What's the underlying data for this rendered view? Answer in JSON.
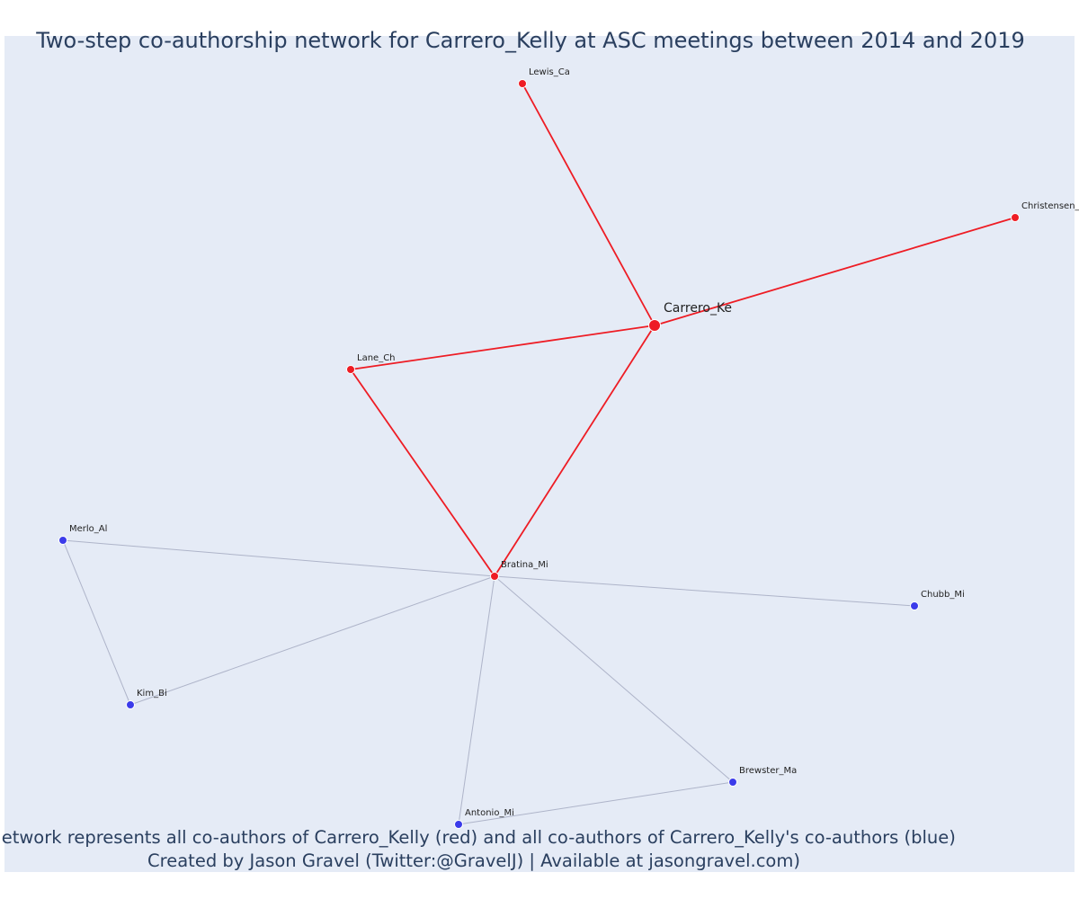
{
  "title": "Two-step co-authorship network for Carrero_Kelly at ASC meetings between 2014 and 2019",
  "footer": {
    "line1": "Network represents all co-authors of Carrero_Kelly (red) and all co-authors of Carrero_Kelly's co-authors (blue)",
    "line2": "Created by Jason Gravel (Twitter:@GravelJ) | Available at jasongravel.com)"
  },
  "colors": {
    "plot_background": "#e5ebf6",
    "first_degree": "#ee1c24",
    "second_degree": "#3b3bea",
    "first_degree_edge": "#ee1c24",
    "second_degree_edge": "#aeb4c9",
    "text": "#2a3f5f"
  },
  "chart_data": {
    "type": "network",
    "focal_node": "Carrero_Ke",
    "nodes": [
      {
        "id": "Carrero_Ke",
        "label": "Carrero_Ke",
        "group": "focal"
      },
      {
        "id": "Lewis_Ca",
        "label": "Lewis_Ca",
        "group": "first_degree"
      },
      {
        "id": "Christensen_",
        "label": "Christensen_",
        "group": "first_degree"
      },
      {
        "id": "Lane_Ch",
        "label": "Lane_Ch",
        "group": "first_degree"
      },
      {
        "id": "Bratina_Mi",
        "label": "Bratina_Mi",
        "group": "first_degree"
      },
      {
        "id": "Merlo_Al",
        "label": "Merlo_Al",
        "group": "second_degree"
      },
      {
        "id": "Chubb_Mi",
        "label": "Chubb_Mi",
        "group": "second_degree"
      },
      {
        "id": "Kim_Bi",
        "label": "Kim_Bi",
        "group": "second_degree"
      },
      {
        "id": "Brewster_Ma",
        "label": "Brewster_Ma",
        "group": "second_degree"
      },
      {
        "id": "Antonio_Mi",
        "label": "Antonio_Mi",
        "group": "second_degree"
      }
    ],
    "edges": [
      {
        "source": "Carrero_Ke",
        "target": "Lewis_Ca",
        "degree": "first"
      },
      {
        "source": "Carrero_Ke",
        "target": "Christensen_",
        "degree": "first"
      },
      {
        "source": "Carrero_Ke",
        "target": "Lane_Ch",
        "degree": "first"
      },
      {
        "source": "Carrero_Ke",
        "target": "Bratina_Mi",
        "degree": "first"
      },
      {
        "source": "Lane_Ch",
        "target": "Bratina_Mi",
        "degree": "first"
      },
      {
        "source": "Bratina_Mi",
        "target": "Merlo_Al",
        "degree": "second"
      },
      {
        "source": "Bratina_Mi",
        "target": "Chubb_Mi",
        "degree": "second"
      },
      {
        "source": "Bratina_Mi",
        "target": "Kim_Bi",
        "degree": "second"
      },
      {
        "source": "Bratina_Mi",
        "target": "Brewster_Ma",
        "degree": "second"
      },
      {
        "source": "Bratina_Mi",
        "target": "Antonio_Mi",
        "degree": "second"
      },
      {
        "source": "Merlo_Al",
        "target": "Kim_Bi",
        "degree": "second"
      },
      {
        "source": "Antonio_Mi",
        "target": "Brewster_Ma",
        "degree": "second"
      }
    ]
  }
}
